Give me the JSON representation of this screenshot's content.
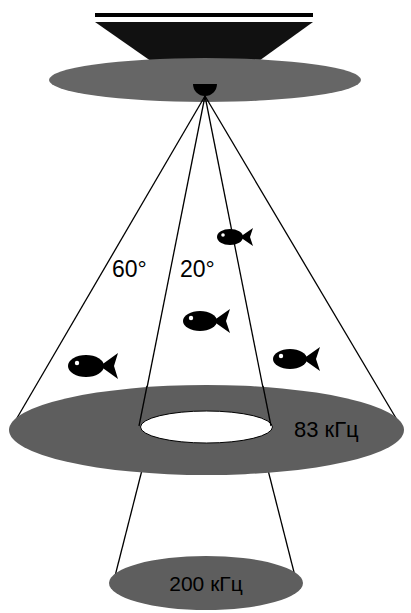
{
  "diagram": {
    "nodes": [
      {
        "text": [
          "83 кГц"
        ]
      },
      {
        "text": [
          "200 кГц"
        ]
      }
    ],
    "labels": [
      "60°",
      "20°"
    ]
  }
}
